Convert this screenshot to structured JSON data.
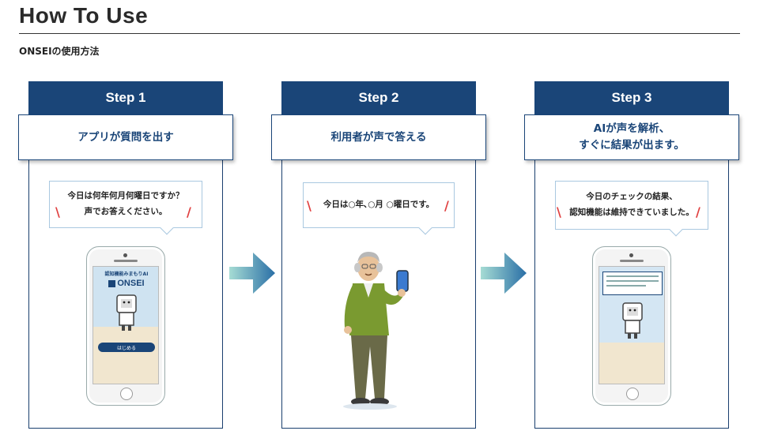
{
  "page": {
    "title": "How To Use",
    "subtitle": "ONSEIの使用方法"
  },
  "steps": [
    {
      "label": "Step 1",
      "caption": "アプリが質問を出す",
      "bubble": "今日は何年何月何曜日ですか？\n声でお答えください。",
      "screen": {
        "app_tagline": "認知機能みまもりAI",
        "app_name": "ONSEI",
        "start_button": "はじめる"
      }
    },
    {
      "label": "Step 2",
      "caption": "利用者が声で答える",
      "bubble": "今日は○年､○月 ○曜日です。"
    },
    {
      "label": "Step 3",
      "caption": "AIが声を解析、\nすぐに結果が出ます。",
      "bubble": "今日のチェックの結果、\n認知機能は維持できていました。"
    }
  ],
  "colors": {
    "header_navy": "#1a4578",
    "caption_text": "#1a4578",
    "bubble_border": "#a9c8e0",
    "slash_red": "#e04040",
    "arrow_start": "#8fd0c8",
    "arrow_end": "#2a6fa6"
  },
  "icons": {
    "arrows": "right-arrow-icon",
    "phone": "smartphone-icon",
    "mascot": "speaker-mascot-icon"
  }
}
